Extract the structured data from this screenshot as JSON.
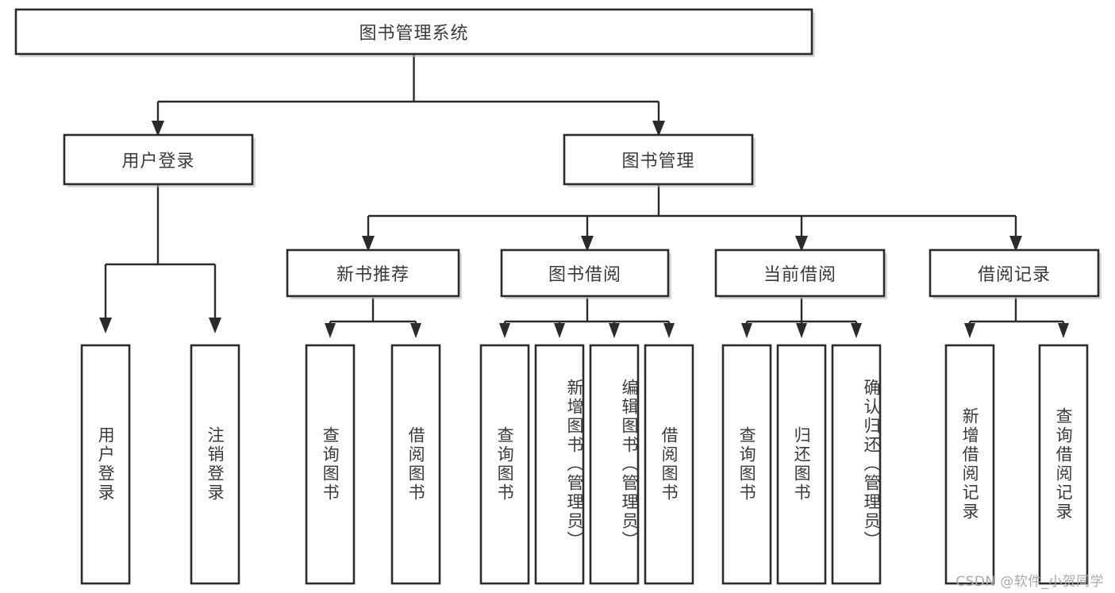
{
  "diagram": {
    "title": "图书管理系统",
    "type": "tree-hierarchy-diagram",
    "root": {
      "label": "图书管理系统",
      "id": "root"
    },
    "level1": [
      {
        "id": "user-login",
        "label": "用户登录"
      },
      {
        "id": "book-management",
        "label": "图书管理"
      }
    ],
    "level2": [
      {
        "id": "new-book-recommend",
        "label": "新书推荐",
        "parent": "book-management"
      },
      {
        "id": "book-borrow",
        "label": "图书借阅",
        "parent": "book-management"
      },
      {
        "id": "current-borrow",
        "label": "当前借阅",
        "parent": "book-management"
      },
      {
        "id": "borrow-record",
        "label": "借阅记录",
        "parent": "book-management"
      }
    ],
    "leaves": {
      "user-login": [
        {
          "id": "leaf-user-login",
          "label": "用户登录"
        },
        {
          "id": "leaf-user-logout",
          "label": "注销登录"
        }
      ],
      "new-book-recommend": [
        {
          "id": "leaf-query-book-1",
          "label": "查询图书"
        },
        {
          "id": "leaf-borrow-book-1",
          "label": "借阅图书"
        }
      ],
      "book-borrow": [
        {
          "id": "leaf-query-book-2",
          "label": "查询图书"
        },
        {
          "id": "leaf-add-book",
          "label": "新增图书（管理员）"
        },
        {
          "id": "leaf-edit-book",
          "label": "编辑图书（管理员）"
        },
        {
          "id": "leaf-borrow-book-2",
          "label": "借阅图书"
        }
      ],
      "current-borrow": [
        {
          "id": "leaf-query-book-3",
          "label": "查询图书"
        },
        {
          "id": "leaf-return-book",
          "label": "归还图书"
        },
        {
          "id": "leaf-confirm-return",
          "label": "确认归还（管理员）"
        }
      ],
      "borrow-record": [
        {
          "id": "leaf-add-record",
          "label": "新增借阅记录"
        },
        {
          "id": "leaf-query-record",
          "label": "查询借阅记录"
        }
      ]
    }
  },
  "watermark": {
    "text": "CSDN @软件_小贺同学"
  },
  "colors": {
    "box_stroke": "#2b2b2b",
    "box_fill": "#ffffff",
    "text": "#3a3a3a",
    "edge": "#2b2b2b",
    "watermark": "#a9a9a9",
    "background": "#ffffff"
  }
}
